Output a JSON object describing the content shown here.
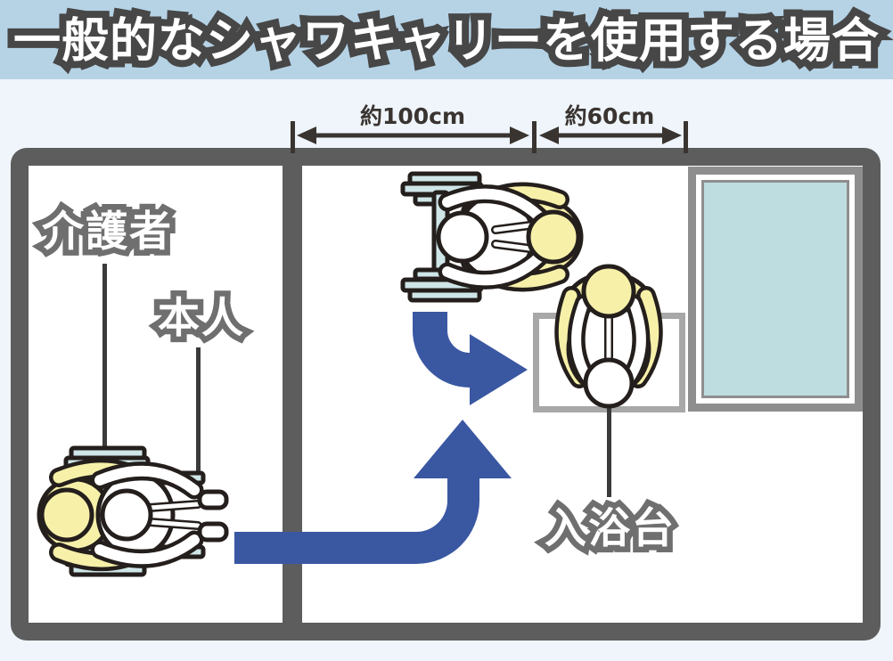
{
  "title": {
    "text": "一般的なシャワキャリーを使用する場合"
  },
  "dimensions": {
    "maneuver_width": "約100cm",
    "platform_width": "約60cm"
  },
  "labels": {
    "caregiver": "介護者",
    "person": "本人",
    "bath_platform": "入浴台"
  },
  "colors": {
    "title_band": "#b6d3e6",
    "title_outline": "#474747",
    "page_bg": "#eff5fa",
    "wall": "#5d5d5d",
    "arrow_blue": "#3a57a2",
    "bath_water": "#bedde0",
    "bath_frame": "#8e8e8e",
    "platform_border": "#a8a8a8",
    "caregiver_yellow": "#f7f0a9",
    "chair_blue": "#cfe6e8",
    "outline": "#241f1c",
    "label_outline": "#6f6f6f",
    "dim_ink": "#3a3431",
    "leader": "#3b3b3b"
  }
}
